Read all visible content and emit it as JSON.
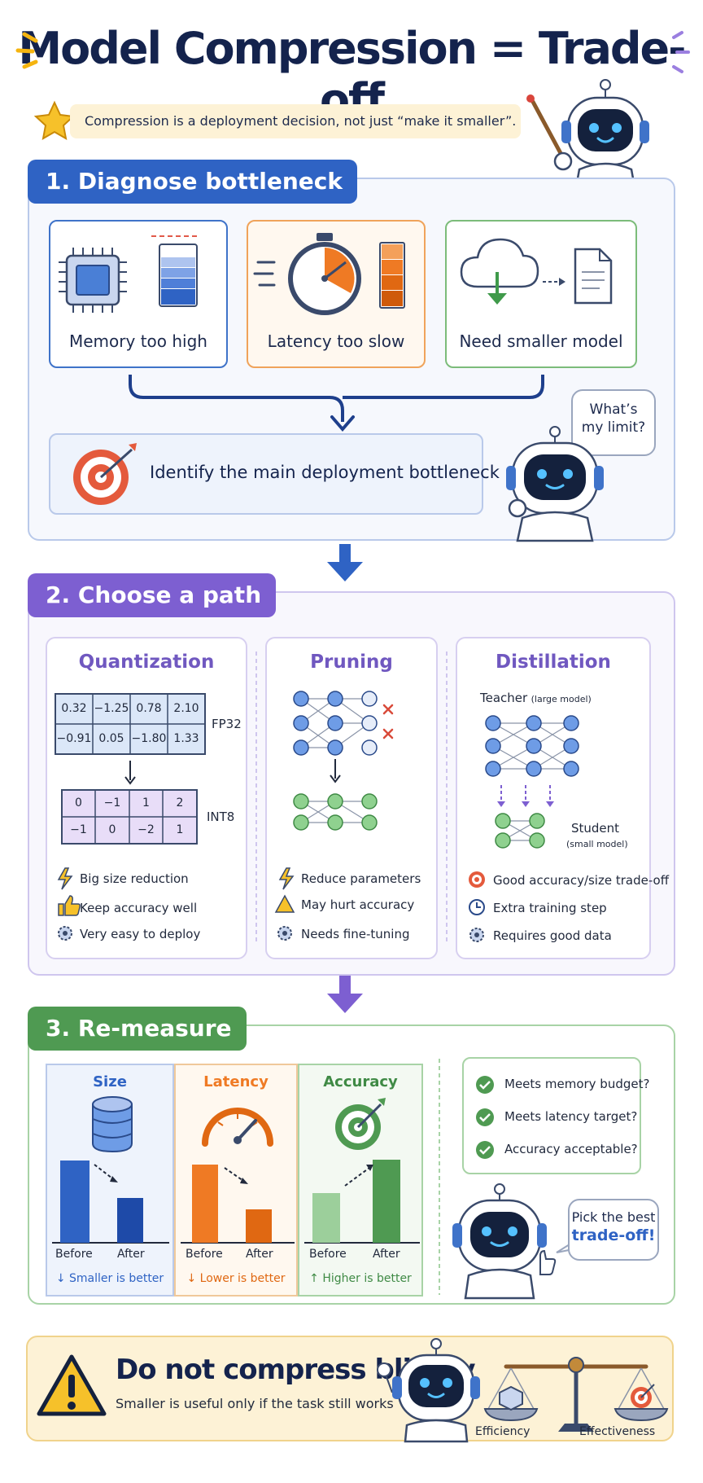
{
  "title": "Model Compression = Trade-off",
  "subtitle": "Compression is a deployment decision, not just “make it smaller”.",
  "colors": {
    "blue": "#2f63c4",
    "purple": "#7d5fd1",
    "green": "#4f9a52",
    "orange": "#ef7a24",
    "navy": "#14234d"
  },
  "section1": {
    "heading": "1. Diagnose bottleneck",
    "cards": [
      {
        "label": "Memory too high",
        "icon": "chip-memory-icon"
      },
      {
        "label": "Latency too slow",
        "icon": "stopwatch-icon"
      },
      {
        "label": "Need smaller model",
        "icon": "cloud-download-icon"
      }
    ],
    "goal": "Identify the main deployment bottleneck",
    "bubble": [
      "What’s",
      "my limit?"
    ]
  },
  "section2": {
    "heading": "2. Choose a path",
    "quantization": {
      "title": "Quantization",
      "fp32_label": "FP32",
      "int8_label": "INT8",
      "fp32_values": [
        [
          "0.32",
          "−1.25",
          "0.78",
          "2.10"
        ],
        [
          "−0.91",
          "0.05",
          "−1.80",
          "1.33"
        ]
      ],
      "int8_values": [
        [
          "0",
          "−1",
          "1",
          "2"
        ],
        [
          "−1",
          "0",
          "−2",
          "1"
        ]
      ],
      "features": [
        "Big size reduction",
        "Keep accuracy well",
        "Very easy to deploy"
      ]
    },
    "pruning": {
      "title": "Pruning",
      "features": [
        "Reduce parameters",
        "May hurt accuracy",
        "Needs fine-tuning"
      ]
    },
    "distillation": {
      "title": "Distillation",
      "teacher": "Teacher",
      "teacher_note": "(large model)",
      "student": "Student",
      "student_note": "(small model)",
      "features": [
        "Good accuracy/size trade-off",
        "Extra training step",
        "Requires good data"
      ]
    }
  },
  "section3": {
    "heading": "3. Re-measure",
    "metrics": [
      {
        "title": "Size",
        "before": "Before",
        "after": "After",
        "note": "↓ Smaller is better",
        "before_value": 0.92,
        "after_value": 0.5
      },
      {
        "title": "Latency",
        "before": "Before",
        "after": "After",
        "note": "↓ Lower is better",
        "before_value": 0.87,
        "after_value": 0.37
      },
      {
        "title": "Accuracy",
        "before": "Before",
        "after": "After",
        "note": "↑ Higher is better",
        "before_value": 0.55,
        "after_value": 0.93
      }
    ],
    "checks": [
      "Meets memory budget?",
      "Meets latency target?",
      "Accuracy acceptable?"
    ],
    "bubble_line1": "Pick the best",
    "bubble_line2": "trade-off!"
  },
  "footer": {
    "heading": "Do not compress blindly",
    "sub": "Smaller is useful only if the task still works",
    "left_label": "Efficiency",
    "right_label": "Effectiveness"
  }
}
